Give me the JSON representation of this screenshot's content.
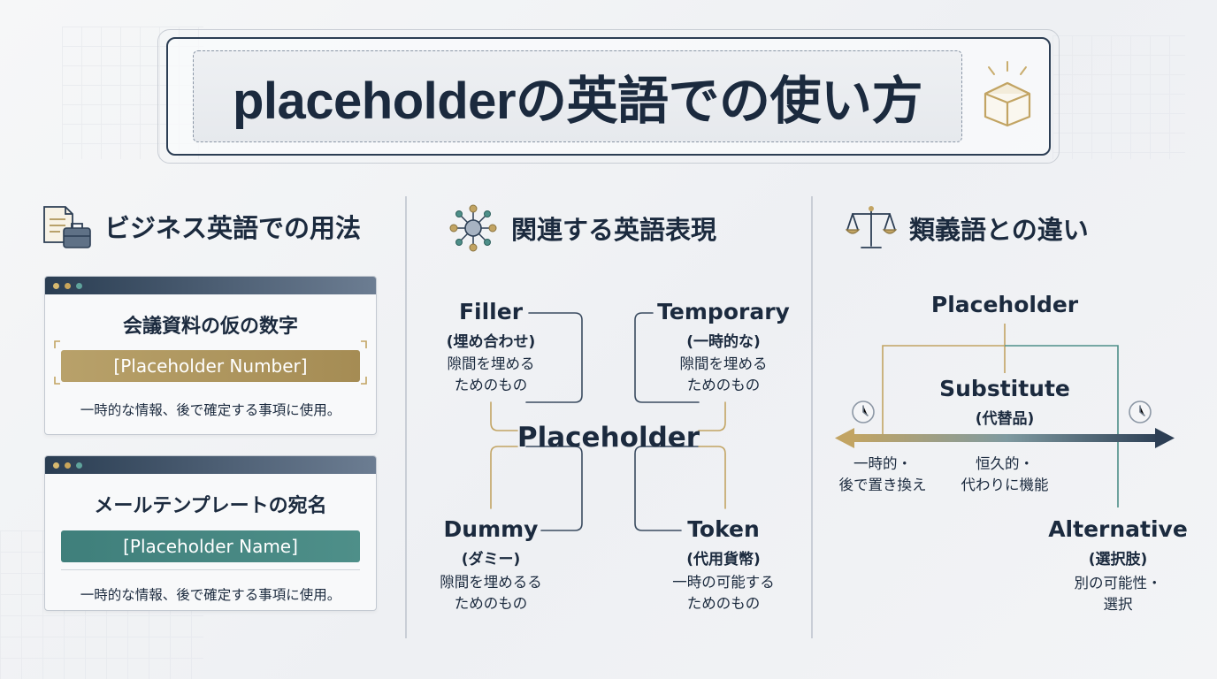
{
  "title": "placeholderの英語での使い方",
  "business": {
    "heading": "ビジネス英語での用法",
    "cards": [
      {
        "title": "会議資料の仮の数字",
        "pill": "[Placeholder Number]",
        "desc": "一時的な情報、後で確定する事項に使用。"
      },
      {
        "title": "メールテンプレートの宛名",
        "pill": "[Placeholder Name]",
        "desc": "一時的な情報、後で確定する事項に使用。"
      }
    ]
  },
  "related": {
    "heading": "関連する英語表現",
    "center": "Placeholder",
    "items": [
      {
        "term": "Filler",
        "sub": "(埋め合わせ)",
        "desc1": "隙間を埋める",
        "desc2": "ためのもの"
      },
      {
        "term": "Temporary",
        "sub": "(一時的な)",
        "desc1": "隙間を埋める",
        "desc2": "ためのもの"
      },
      {
        "term": "Dummy",
        "sub": "(ダミー)",
        "desc1": "隙間を埋めるる",
        "desc2": "ためのもの"
      },
      {
        "term": "Token",
        "sub": "(代用貨幣)",
        "desc1": "一時の可能する",
        "desc2": "ためのもの"
      }
    ]
  },
  "synonyms": {
    "heading": "類義語との違い",
    "top": "Placeholder",
    "middle": {
      "term": "Substitute",
      "sub": "(代替品)"
    },
    "left_note": {
      "line1": "一時的・",
      "line2": "後で置き換え"
    },
    "mid_note": {
      "line1": "恒久的・",
      "line2": "代わりに機能"
    },
    "right": {
      "term": "Alternative",
      "sub": "(選択肢)",
      "line1": "別の可能性・",
      "line2": "選択"
    }
  },
  "colors": {
    "navy": "#1b2a3e",
    "gold": "#b8a16a",
    "teal": "#4e8f89"
  }
}
